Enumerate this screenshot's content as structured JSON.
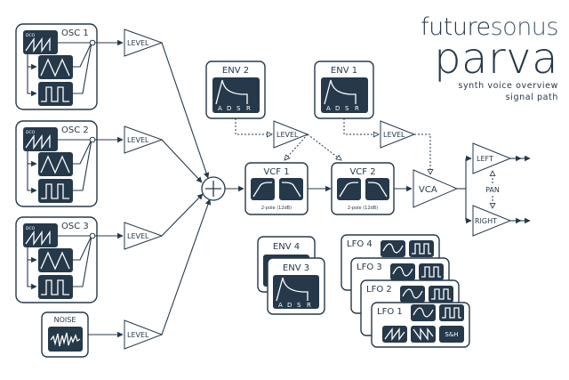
{
  "brand": {
    "line1a": "future",
    "line1b": "sonus",
    "line2": "parva",
    "subtitle1": "synth voice overview",
    "subtitle2": "signal path"
  },
  "oscillators": [
    {
      "label": "OSC 1",
      "badge": "DCO"
    },
    {
      "label": "OSC 2",
      "badge": "DCO"
    },
    {
      "label": "OSC 3",
      "badge": "DCO"
    }
  ],
  "noise": {
    "label": "NOISE"
  },
  "level_label": "LEVEL",
  "envelopes": {
    "env1": "ENV 1",
    "env2": "ENV 2",
    "env3": "ENV 3",
    "env4": "ENV 4",
    "adsr": [
      "A",
      "D",
      "S",
      "R"
    ]
  },
  "filters": [
    {
      "label": "VCF 1",
      "spec": "2-pole (12dB)"
    },
    {
      "label": "VCF 2",
      "spec": "2-pole (12dB)"
    }
  ],
  "vca": "VCA",
  "outputs": {
    "left": "LEFT",
    "right": "RIGHT",
    "pan": "PAN"
  },
  "lfos": [
    "LFO 4",
    "LFO 3",
    "LFO 2",
    "LFO 1"
  ],
  "lfo_sh": "S&H",
  "colors": {
    "ink": "#26394a",
    "background": "#ffffff"
  }
}
